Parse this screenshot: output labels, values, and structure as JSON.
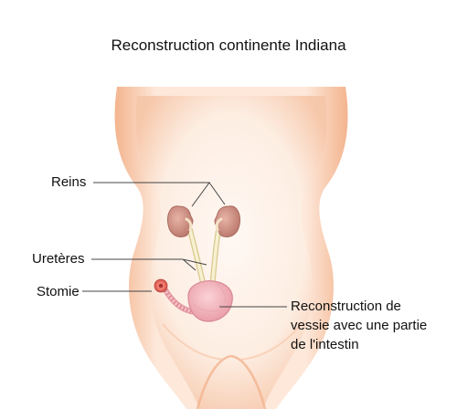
{
  "title": "Reconstruction continente Indiana",
  "labels": {
    "kidneys": "Reins",
    "ureters": "Uretères",
    "stoma": "Stomie",
    "reconstruction": [
      "Reconstruction de",
      "vessie avec une partie",
      "de l'intestin"
    ]
  },
  "colors": {
    "skin_light": "#fde9dc",
    "skin_edge": "#f2b48f",
    "kidney": "#c98c7f",
    "kidney_light": "#f1d0c8",
    "ureter": "#f4ecc8",
    "ureter_edge": "#d9c98b",
    "pouch": "#f2b5bd",
    "pouch_edge": "#d98a96",
    "stoma": "#e66b61",
    "leader_line": "#444444"
  }
}
